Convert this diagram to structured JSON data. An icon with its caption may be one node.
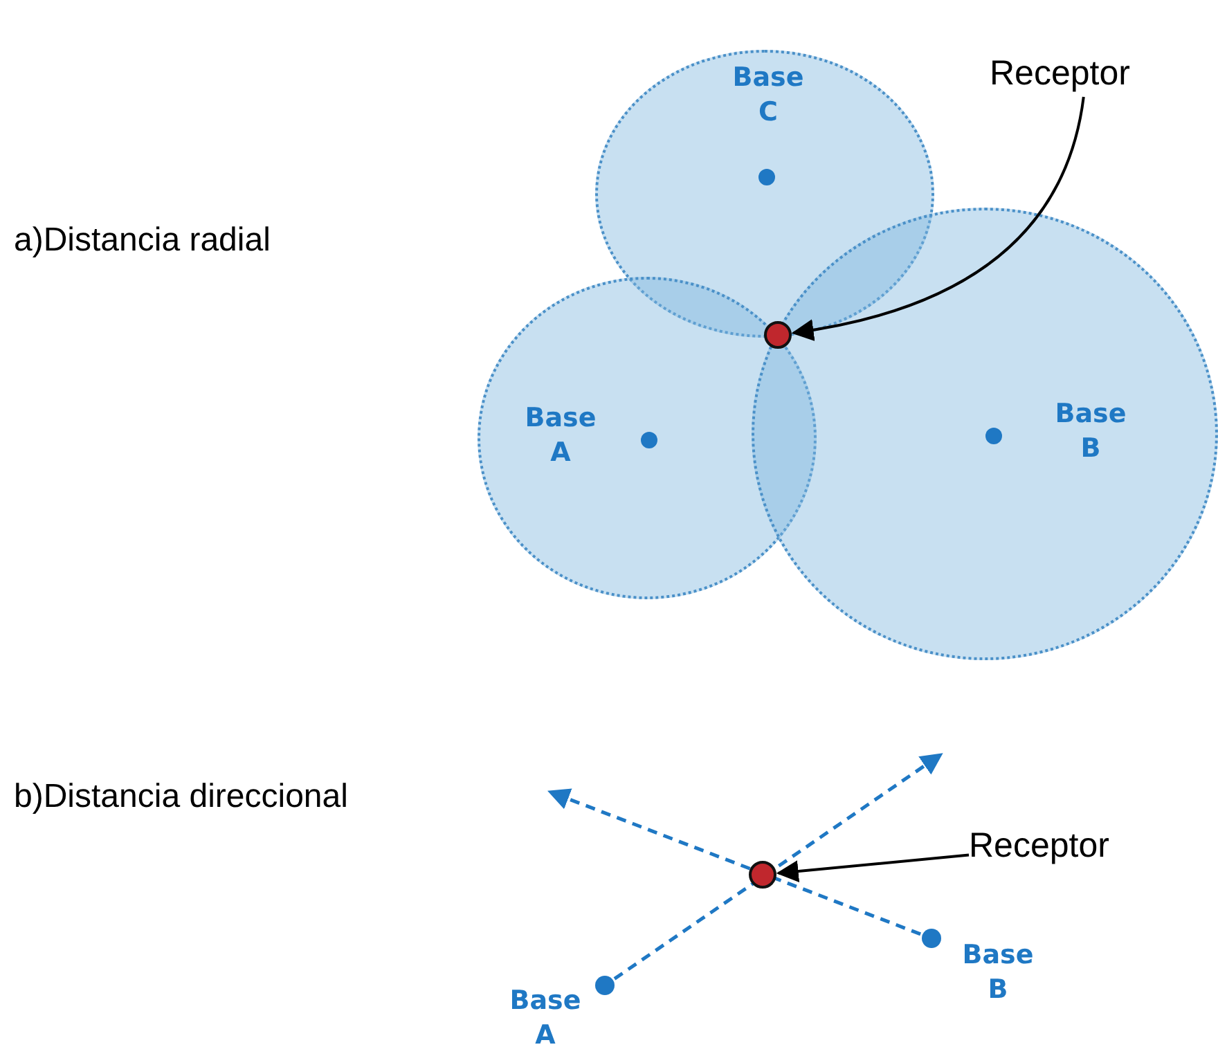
{
  "diagram": {
    "nodes": [
      {
        "text": [
          "Receptor"
        ]
      },
      {
        "text": [
          "Base C"
        ]
      },
      {
        "text": [],
        "shape": "circle"
      },
      {
        "text": [
          "Base A"
        ]
      },
      {
        "text": [
          "Base B"
        ]
      },
      {
        "text": [
          "Receptor"
        ]
      },
      {
        "text": [],
        "shape": "circle"
      },
      {
        "text": [],
        "shape": "circle",
        "beside": [
          "Base B"
        ]
      },
      {
        "text": [],
        "shape": "circle",
        "beside": [
          "Base A"
        ]
      }
    ],
    "edges": [
      {
        "from": 0,
        "to": 2,
        "arrow": "to"
      },
      {
        "from": 5,
        "to": 6,
        "arrow": "to"
      },
      {
        "from": 8,
        "to": null,
        "arrow": "to",
        "style": "dashed",
        "color": "#1f78c4"
      },
      {
        "from": 7,
        "to": null,
        "arrow": "to",
        "style": "dashed",
        "color": "#1f78c4"
      }
    ],
    "labels": [
      "a)Distancia radial",
      "b)Distancia direccional"
    ]
  }
}
